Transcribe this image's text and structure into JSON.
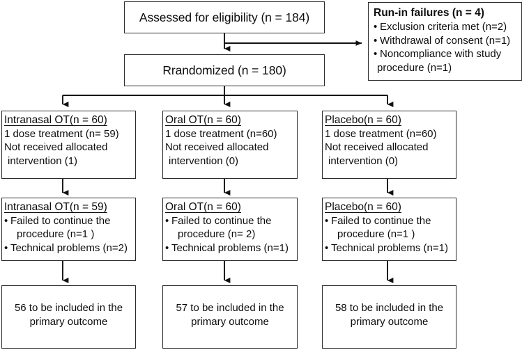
{
  "diagram": {
    "type": "consort-flow-diagram",
    "stroke_color": "#2b2b2b",
    "background": "#ffffff"
  },
  "enrollment": {
    "assessed": "Assessed for eligibility (n = 184)",
    "randomized": "Rrandomized (n = 180)"
  },
  "runin": {
    "title": "Run-in failures (n = 4)",
    "items": [
      "Exclusion criteria met (n=2)",
      "Withdrawal of consent (n=1)",
      "Noncompliance with study",
      "procedure (n=1)"
    ]
  },
  "allocation": [
    {
      "header": "Intranasal OT(n = 60)",
      "lines": [
        "1 dose treatment (n= 59)",
        "Not received allocated",
        "intervention (1)"
      ]
    },
    {
      "header": "Oral OT(n = 60)",
      "lines": [
        "1 dose treatment (n=60)",
        "Not received allocated",
        "intervention (0)"
      ]
    },
    {
      "header": "Placebo(n = 60)",
      "lines": [
        "1 dose treatment (n=60)",
        "Not received allocated",
        "intervention (0)"
      ]
    }
  ],
  "followup": [
    {
      "header": "Intranasal OT(n = 59)",
      "items": [
        "Failed to continue the",
        "procedure (n=1 )",
        "Technical problems (n=2)"
      ]
    },
    {
      "header": "Oral OT(n = 60)",
      "items": [
        "Failed to continue the",
        "procedure (n= 2)",
        "Technical problems (n=1)"
      ]
    },
    {
      "header": "Placebo(n = 60)",
      "items": [
        "Failed to continue the",
        "procedure (n=1 )",
        "Technical problems (n=1)"
      ]
    }
  ],
  "analysis": [
    {
      "line1": "56 to be included in the",
      "line2": "primary outcome"
    },
    {
      "line1": "57 to be included in the",
      "line2": "primary outcome"
    },
    {
      "line1": "58 to be included in the",
      "line2": "primary outcome"
    }
  ]
}
